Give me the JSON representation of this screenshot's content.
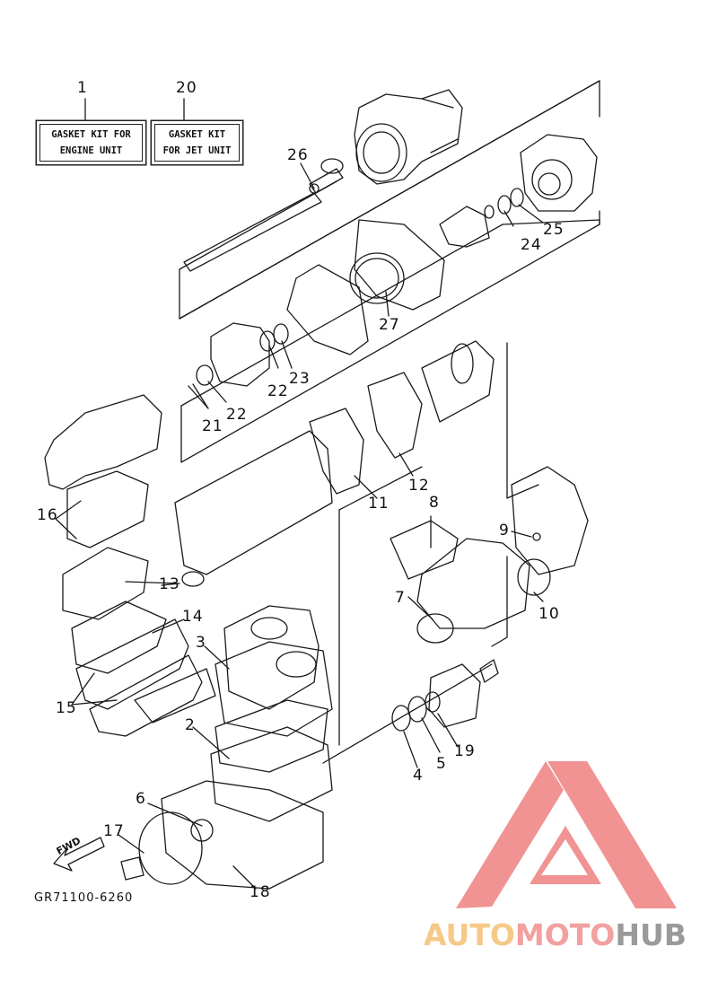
{
  "kits": [
    {
      "number": "1",
      "line1": "GASKET KIT FOR",
      "line2": "ENGINE UNIT"
    },
    {
      "number": "20",
      "line1": "GASKET KIT",
      "line2": "FOR JET UNIT"
    }
  ],
  "callouts": [
    "2",
    "3",
    "4",
    "5",
    "6",
    "7",
    "8",
    "9",
    "10",
    "11",
    "12",
    "13",
    "14",
    "15",
    "16",
    "17",
    "18",
    "19",
    "21",
    "22",
    "22",
    "23",
    "24",
    "25",
    "26",
    "27"
  ],
  "fwd_label": "FWD",
  "diagram_code": "GR71100-6260",
  "watermark": {
    "part1": "AUTO",
    "part2": "MOTO",
    "part3": "HUB"
  },
  "colors": {
    "line": "#1a1a1a",
    "watermark_red": "#f08a8a",
    "watermark_orange": "#f6c989",
    "watermark_gray": "#9a9a9a"
  }
}
